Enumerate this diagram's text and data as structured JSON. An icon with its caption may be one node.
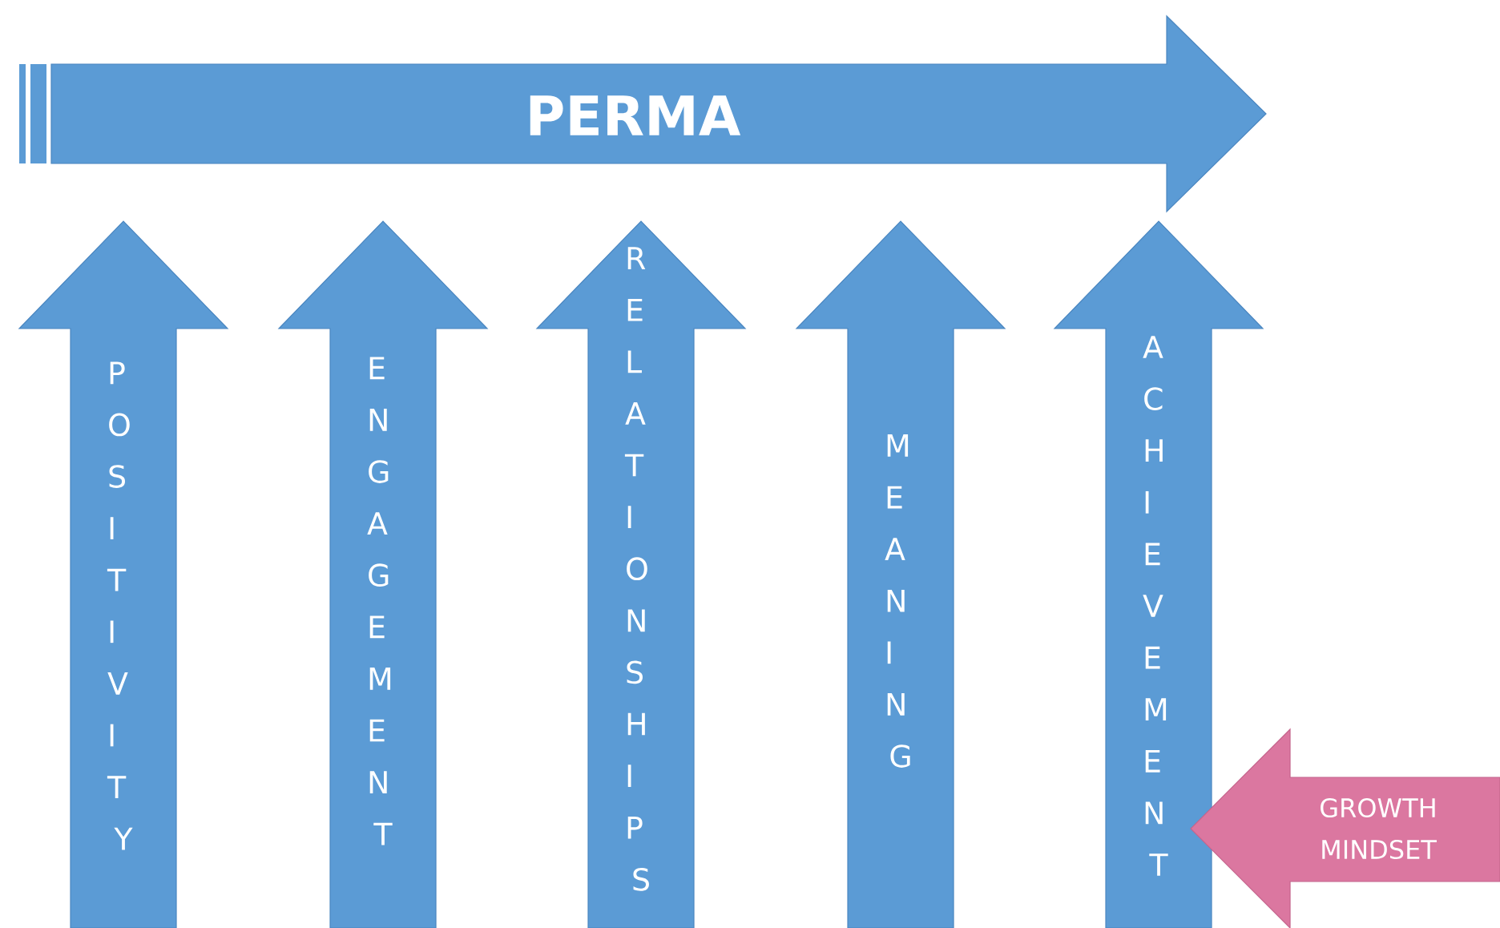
{
  "diagram": {
    "nodes": [
      {
        "text": [
          "PERMA"
        ]
      },
      {
        "text": [
          "POSITIVITY"
        ]
      },
      {
        "text": [
          "ENGAGEMENT"
        ]
      },
      {
        "text": [
          "RELATIONSHIPS"
        ]
      },
      {
        "text": [
          "MEANING"
        ]
      },
      {
        "text": [
          "ACHIEVEMENT"
        ]
      },
      {
        "text": [
          "GROWTH MINDSET"
        ]
      }
    ]
  }
}
